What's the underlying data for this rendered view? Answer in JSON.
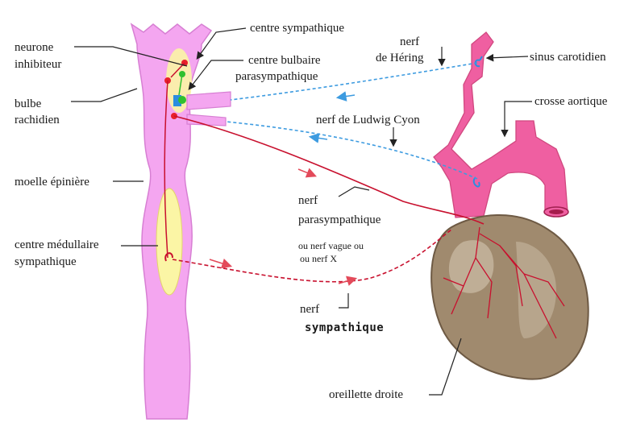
{
  "labels": {
    "neurone_inhibiteur_1": "neurone",
    "neurone_inhibiteur_2": "inhibiteur",
    "bulbe_rachidien_1": "bulbe",
    "bulbe_rachidien_2": "rachidien",
    "moelle_epiniere": "moelle épinière",
    "centre_medullaire_1": "centre médullaire",
    "centre_medullaire_2": "sympathique",
    "centre_sympathique": "centre sympathique",
    "centre_bulbaire_1": "centre bulbaire",
    "centre_bulbaire_2": "parasympathique",
    "nerf_hering_1": "nerf",
    "nerf_hering_2": "de Héring",
    "sinus_carotidien": "sinus carotidien",
    "crosse_aortique": "crosse aortique",
    "nerf_ludwig_cyon": "nerf de Ludwig Cyon",
    "nerf_parasympathique_1": "nerf",
    "nerf_parasympathique_2": "parasympathique",
    "nerf_vague_1": "ou nerf vague ou",
    "nerf_vague_2": "ou nerf X",
    "nerf_sympathique_1": "nerf",
    "nerf_sympathique_2": "sympathique",
    "oreillette_droite": "oreillette droite"
  },
  "colors": {
    "spinal_cord": "#f4a6f0",
    "spinal_outline": "#d77fd3",
    "centre_fill": "#fbf5a5",
    "artery": "#ef5fa1",
    "heart": "#a08a6e",
    "heart_light": "#c7b7a0",
    "nerve_red": "#c8102e",
    "nerve_blue": "#3d9be0"
  }
}
